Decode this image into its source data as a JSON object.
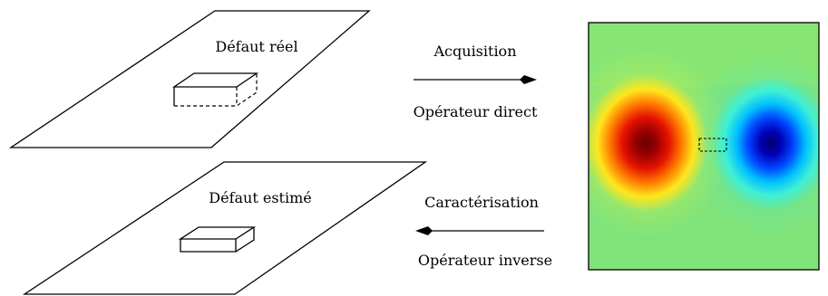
{
  "plates": {
    "top_label": "Défaut réel",
    "bottom_label": "Défaut estimé"
  },
  "arrows": {
    "forward": {
      "above": "Acquisition",
      "below": "Opérateur direct"
    },
    "backward": {
      "above": "Caractérisation",
      "below": "Opérateur inverse"
    }
  },
  "field_map": {
    "colormap": "jet",
    "background_color": "#7fe37a",
    "positive_lobe_color": "#7a0000",
    "negative_lobe_color": "#00007a"
  }
}
